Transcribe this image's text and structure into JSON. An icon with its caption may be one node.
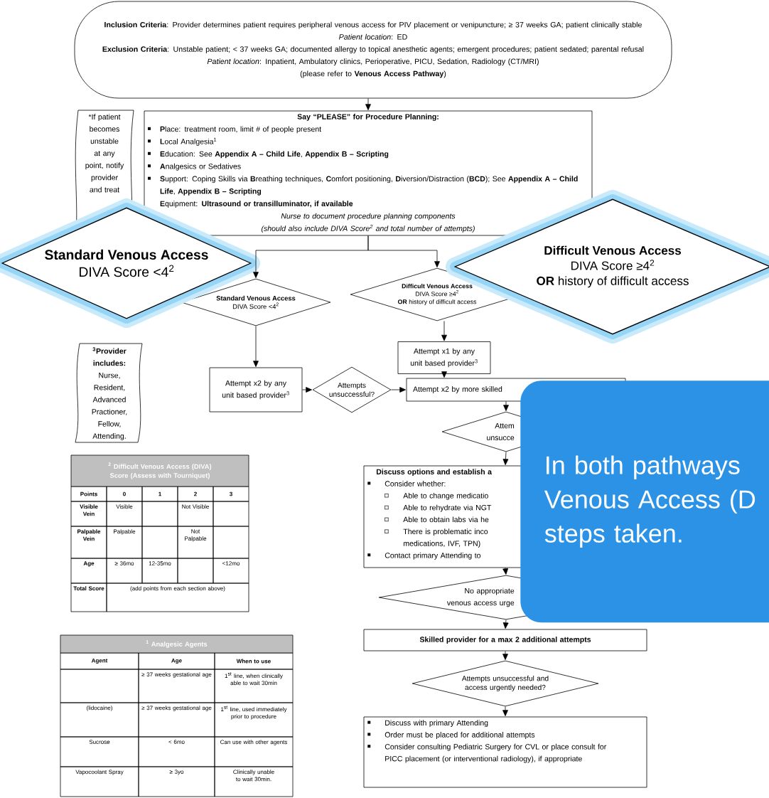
{
  "diagram": {
    "nodes": [
      {
        "text": [
          "**Inclusion Criteria**: Provider determines patient requires peripheral venous access for PIV placement or venipuncture; ≥ 37 weeks GA; patient clinically stable",
          "*Patient location*: ED",
          "**Exclusion Criteria**: Unstable patient; < 37 weeks GA; documented allergy to topical anesthetic agents; emergent procedures; patient sedated; parental refusal",
          "*Patient location*: Inpatient, Ambulatory clinics, Perioperative, PICU, Sedation, Radiology (CT/MRI)",
          "(please refer to **Venous Access Pathway**)"
        ]
      },
      {
        "text": [
          "*If patient becomes unstable at any point, notify provider and treat"
        ]
      },
      {
        "text": [
          "Say “PLEASE” for Procedure Planning:",
          "**P**lace: treatment room, limit # of people present",
          "**L**ocal Analgesia$^{1}$",
          "**E**ducation: See **Appendix A – Child Life**, **Appendix B – Scripting**",
          "**A**nalgesics or Sedatives",
          "**S**upport: Coping Skills via **B**reathing techniques, **C**omfort positioning, **D**iversion/Distraction (**BCD**); See **Appendix A – Child Life**, **Appendix B – Scripting**",
          "**E**quipment: **Ultrasound or transilluminator, if available**",
          "Nurse to document procedure planning components",
          "(should also include DIVA Score$^{2}$ and total number of attempts)"
        ]
      },
      {
        "text": [
          "Standard Venous Access",
          "DIVA Score <4$^{2}$"
        ]
      },
      {
        "text": [
          "Difficult Venous Access",
          "DIVA Score ≥4$^{2}$",
          "**OR** history of difficult access"
        ]
      },
      {
        "text": [
          "Standard Venous Access",
          "DIVA Score <4$^{2}$"
        ]
      },
      {
        "text": [
          "Difficult Venous Access",
          "DIVA Score ≥4$^{2}$",
          "**OR** history of difficult access"
        ]
      },
      {
        "text": [
          "$^{3}$Provider includes:",
          "Nurse, Resident, Advanced Practioner, Fellow, Attending."
        ]
      },
      {
        "text": [
          "Attempt x2 by any unit based provider$^{3}$"
        ]
      },
      {
        "text": [
          "Attempts unsuccessful?"
        ]
      },
      {
        "text": [
          "Attempt x1 by any unit based provider$^{3}$"
        ]
      },
      {
        "text": [
          "Attempt x2 by more skilled"
        ]
      },
      {
        "text": [
          "Attem unsucce"
        ]
      },
      {
        "text": [
          "Discuss options and establish a",
          "Consider whether:",
          "Able to change medicatio",
          "Able to rehydrate via NGT",
          "Able to obtain labs via he",
          "There is problematic inco medications, IVF, TPN)",
          "Contact primary Attending to"
        ]
      },
      {
        "text": [
          "No appropriate venous access urge"
        ]
      },
      {
        "text": [
          "In both pathways Venous Access (D steps taken."
        ]
      },
      {
        "text": [
          "Skilled provider for a max 2 additional attempts"
        ]
      },
      {
        "text": [
          "Attempts unsuccessful and access urgently needed?"
        ]
      },
      {
        "text": [
          "Discuss with primary Attending",
          "Order must be placed for additional attempts",
          "Consider consulting Pediatric Surgery for CVL or place consult for PICC placement (or interventional radiology), if appropriate"
        ]
      }
    ],
    "edges": [
      {
        "from": 0,
        "to": 2,
        "arrow": "to"
      },
      {
        "from": 2,
        "to": 3,
        "arrow": "to"
      },
      {
        "from": 2,
        "to": 4,
        "arrow": "to"
      },
      {
        "from": 3,
        "to": 8,
        "arrow": "to"
      },
      {
        "from": 8,
        "to": 9,
        "arrow": "to"
      },
      {
        "from": 9,
        "to": 11,
        "arrow": "to"
      },
      {
        "from": 4,
        "to": 10,
        "arrow": "to"
      },
      {
        "from": 10,
        "to": 11,
        "arrow": "to"
      },
      {
        "from": 11,
        "to": 12,
        "arrow": "to"
      },
      {
        "from": 12,
        "to": 13,
        "arrow": "to"
      },
      {
        "from": 13,
        "to": 14,
        "arrow": "to"
      },
      {
        "from": 14,
        "to": 16,
        "arrow": "to"
      },
      {
        "from": 16,
        "to": 17,
        "arrow": "to"
      },
      {
        "from": 17,
        "to": 18,
        "arrow": "to"
      }
    ],
    "labels": [
      "$^{2}$ Difficult Venous Access (DIVA) Score (Assess with Tourniquet)",
      "Points",
      "0",
      "1",
      "2",
      "3",
      "Visible Vein",
      "Visible",
      "Not Visible",
      "Palpable Vein",
      "Palpable",
      "Not Palpable",
      "Age",
      "≥ 36mo",
      "12-35mo",
      "<12mo",
      "Total Score",
      "(add points from each section above)",
      "$^{1}$ Analgesic Agents",
      "Agent",
      "Age",
      "When to use",
      "≥ 37 weeks gestational age",
      "1$^{st}$ line, when clinically able to wait 30min",
      "(lidocaine)",
      "≥ 37 weeks gestational age",
      "1$^{st}$ line, used immediately prior to procedure",
      "Sucrose",
      "< 6mo",
      "Can use with other agents",
      "Vapocoolant Spray",
      "≥ 3yo",
      "Clinically unable to wait 30min."
    ]
  }
}
